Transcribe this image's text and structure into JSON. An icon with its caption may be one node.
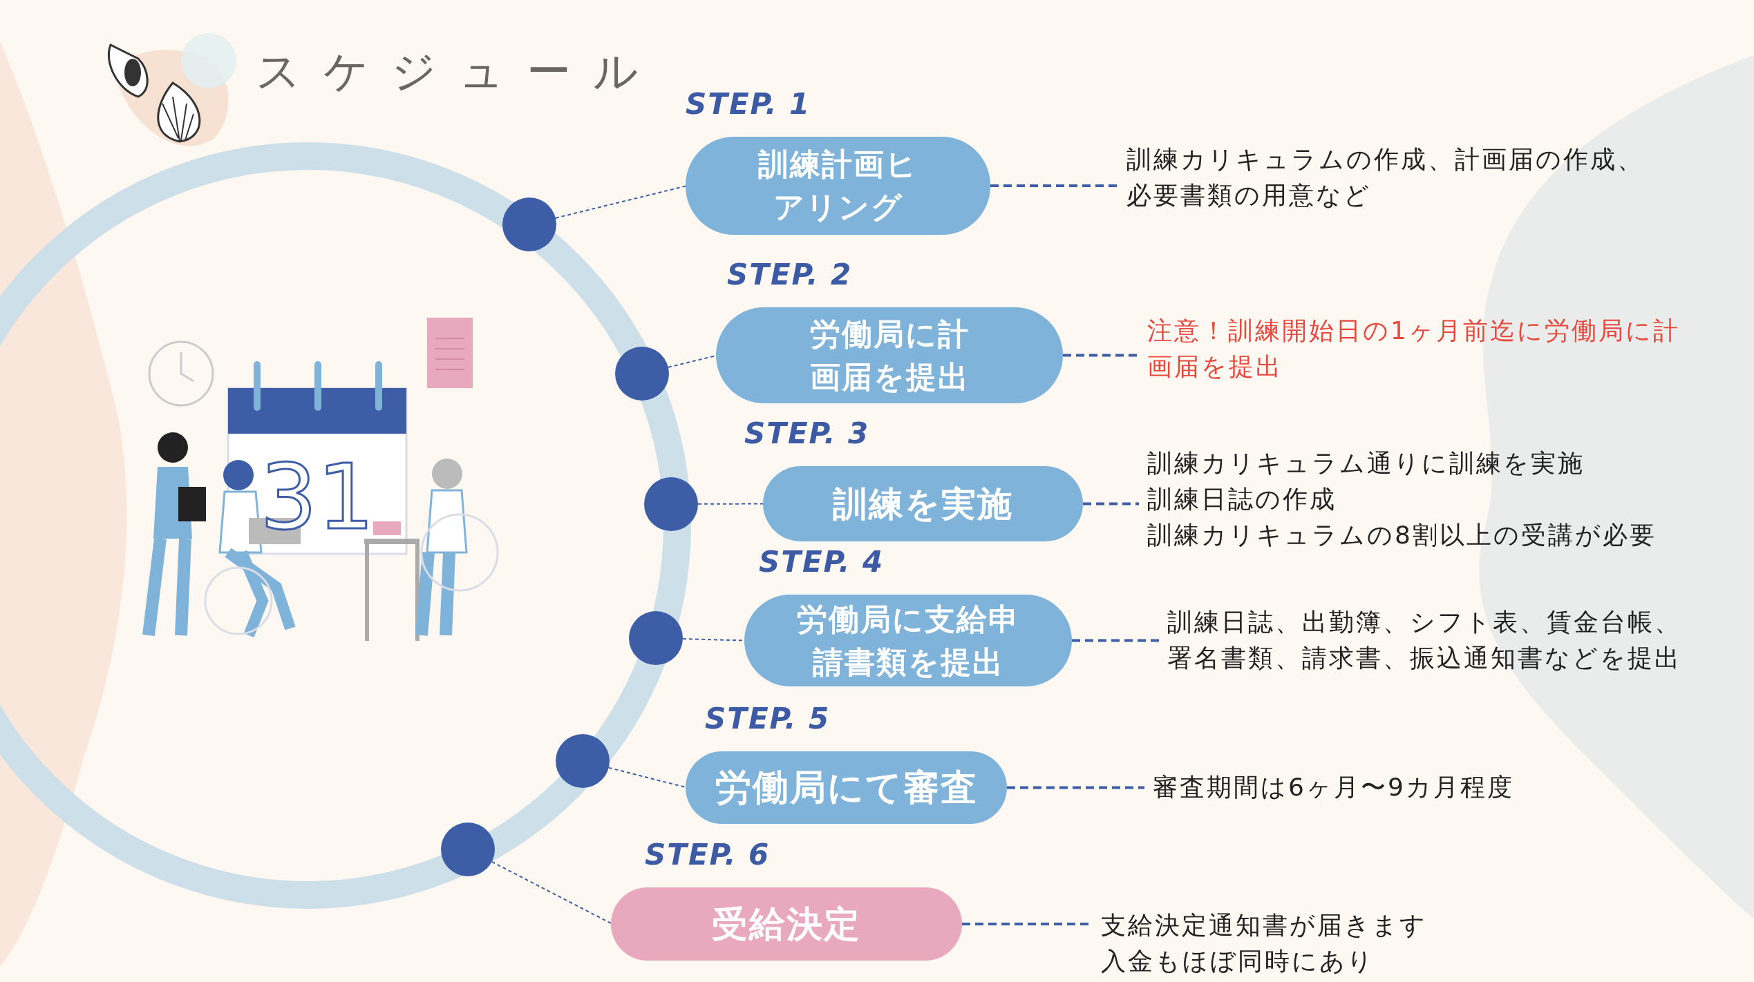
{
  "diagram": {
    "title": "スケジュール",
    "nodes": [
      {
        "text": [],
        "shape": "circle"
      },
      {
        "text": [
          "STEP. 1",
          "訓練計画ヒアリング"
        ]
      },
      {
        "text": [
          "訓練カリキュラムの作成、計画届の作成、必要書類の用意など"
        ]
      },
      {
        "text": [],
        "shape": "circle"
      },
      {
        "text": [
          "STEP. 2",
          "労働局に計画届を提出"
        ]
      },
      {
        "text": [
          "注意！訓練開始日の1ヶ月前迄に労働局に計画届を提出"
        ]
      },
      {
        "text": [],
        "shape": "circle"
      },
      {
        "text": [
          "STEP. 3",
          "訓練を実施"
        ]
      },
      {
        "text": [
          "訓練カリキュラム通りに訓練を実施",
          "訓練日誌の作成",
          "訓練カリキュラムの8割以上の受講が必要"
        ]
      },
      {
        "text": [],
        "shape": "circle"
      },
      {
        "text": [
          "STEP. 4",
          "労働局に支給申請書類を提出"
        ]
      },
      {
        "text": [
          "訓練日誌、出勤簿、シフト表、賃金台帳、署名書類、請求書、振込通知書などを提出"
        ]
      },
      {
        "text": [],
        "shape": "circle"
      },
      {
        "text": [
          "STEP. 5",
          "労働局にて審査"
        ]
      },
      {
        "text": [
          "審査期間は6ヶ月〜9カ月程度"
        ]
      },
      {
        "text": [],
        "shape": "circle"
      },
      {
        "text": [
          "STEP. 6",
          "受給決定"
        ]
      },
      {
        "text": [
          "支給決定通知書が届きます",
          "入金もほぼ同時にあり"
        ]
      }
    ],
    "edges": [
      {
        "from": 0,
        "to": 1,
        "arrow": "none",
        "style": "dashed"
      },
      {
        "from": 1,
        "to": 2,
        "arrow": "none",
        "style": "dashed"
      },
      {
        "from": 3,
        "to": 4,
        "arrow": "none",
        "style": "dashed"
      },
      {
        "from": 4,
        "to": 5,
        "arrow": "none",
        "style": "dashed"
      },
      {
        "from": 6,
        "to": 7,
        "arrow": "none",
        "style": "dashed"
      },
      {
        "from": 7,
        "to": 8,
        "arrow": "none",
        "style": "dashed"
      },
      {
        "from": 9,
        "to": 10,
        "arrow": "none",
        "style": "dashed"
      },
      {
        "from": 10,
        "to": 11,
        "arrow": "none",
        "style": "dashed"
      },
      {
        "from": 12,
        "to": 13,
        "arrow": "none",
        "style": "dashed"
      },
      {
        "from": 13,
        "to": 14,
        "arrow": "none",
        "style": "dashed"
      },
      {
        "from": 15,
        "to": 16,
        "arrow": "none",
        "style": "dashed"
      },
      {
        "from": 16,
        "to": 17,
        "arrow": "none",
        "style": "dashed"
      }
    ],
    "labels": [
      "31"
    ]
  }
}
